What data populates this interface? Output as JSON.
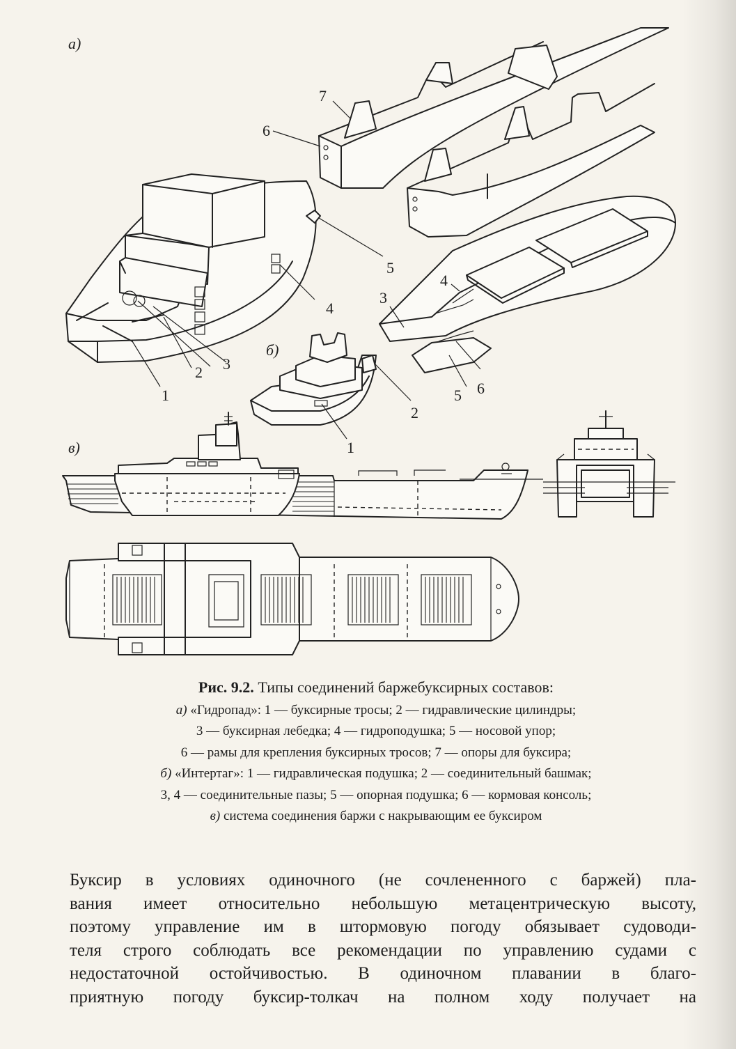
{
  "figure": {
    "panel_labels": {
      "a": "а)",
      "b": "б)",
      "v": "в)"
    },
    "callouts_a": [
      "1",
      "2",
      "3",
      "4",
      "5",
      "6",
      "7"
    ],
    "callouts_a_right": [
      "3",
      "4",
      "5",
      "6"
    ],
    "callouts_b": [
      "1",
      "2"
    ]
  },
  "caption": {
    "fig_label": "Рис. 9.2.",
    "title": " Типы соединений баржебуксирных составов:",
    "a_mark": "а)",
    "a_line1": " «Гидропад»: 1 — буксирные тросы; 2 — гидравлические цилиндры;",
    "a_line2": "3 — буксирная лебедка; 4 — гидроподушка; 5 — носовой упор;",
    "a_line3": "6 — рамы для крепления буксирных тросов; 7 — опоры для буксира;",
    "b_mark": "б)",
    "b_line1": " «Интертаг»: 1 — гидравлическая подушка; 2 — соединительный башмак;",
    "b_line2": "3, 4 — соединительные пазы; 5 — опорная подушка; 6 — кормовая консоль;",
    "v_mark": "в)",
    "v_line1": " система соединения баржи с накрывающим ее буксиром"
  },
  "body": {
    "lines": [
      "Буксир в условиях одиночного (не сочлененного с баржей) пла-",
      "вания имеет относительно небольшую метацентрическую высоту,",
      "поэтому управление им в штормовую погоду обязывает судоводи-",
      "теля строго соблюдать все рекомендации по управлению судами с",
      "недостаточной остойчивостью. В одиночном плавании в благо-",
      "приятную погоду буксир-толкач на полном ходу получает на"
    ]
  }
}
